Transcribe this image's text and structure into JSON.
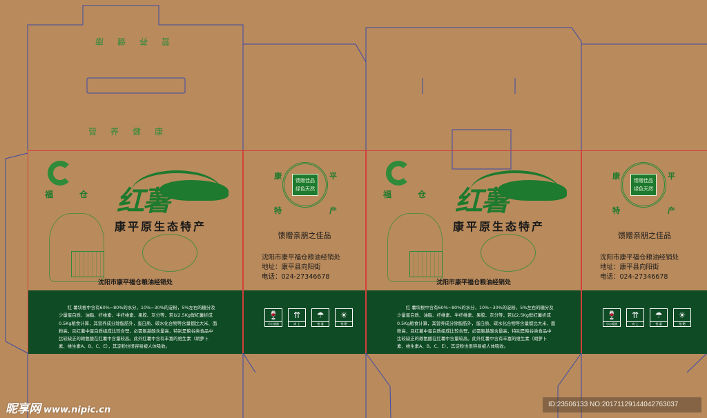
{
  "colors": {
    "kraft": "#b98a5c",
    "band": "#0f4b25",
    "brand_green": "#1d7a2e",
    "dieline": "#3a4aa8",
    "bleed": "#d3403a"
  },
  "top_flap": {
    "upside_text": "营养健康",
    "text": "营养健康"
  },
  "front": {
    "logo_text": [
      "福",
      "仓"
    ],
    "brand": "红薯",
    "slogan": "康平原生态特产",
    "dealer": "沈阳市康平福仓粮油经销处",
    "description": "红 薯块根中含有60%~80%的水分，10%~30%的淀粉，5%左右的糖分及少量蛋白质、油脂、纤维素、半纤维素、果胶、灰分等，若以2.5Kg鲜红薯折成0.5Kg粮食计算，其营养成分除脂肪外，蛋白质、碳水化合物等含量都比大米、面粉高，且红薯中蛋白质组成比较合理，必需氨基酸含量高，特别是粮谷类食品中比较缺乏的赖氨酸在红薯中含量较高。此外红薯中含有丰富的维生素（胡萝卜素、维生素A、B、C、E），其淀粉也很容易被人体吸收。"
  },
  "side": {
    "corners": [
      "康",
      "平",
      "特",
      "产"
    ],
    "medal": [
      "馈赠佳品",
      "绿色天然"
    ],
    "gift": "馈赠亲朋之佳品",
    "company": "沈阳市康平福仓粮油经销处",
    "address": "地址：康平县向阳街",
    "phone": "电话：024-27346678",
    "icons": [
      {
        "icon": "fragile-glass-icon",
        "glyph": "🍷",
        "label": "小心轻放"
      },
      {
        "icon": "this-way-up-icon",
        "glyph": "⇈",
        "label": "向 上"
      },
      {
        "icon": "keep-dry-umbrella-icon",
        "glyph": "☂",
        "label": "怕 湿"
      },
      {
        "icon": "keep-from-sun-icon",
        "glyph": "☀",
        "label": "怕 晒"
      }
    ]
  },
  "watermark": {
    "logo": "昵享网",
    "url": "www.nipic.cn"
  },
  "image_id": "ID:23506133 NO:20171129144042763037"
}
